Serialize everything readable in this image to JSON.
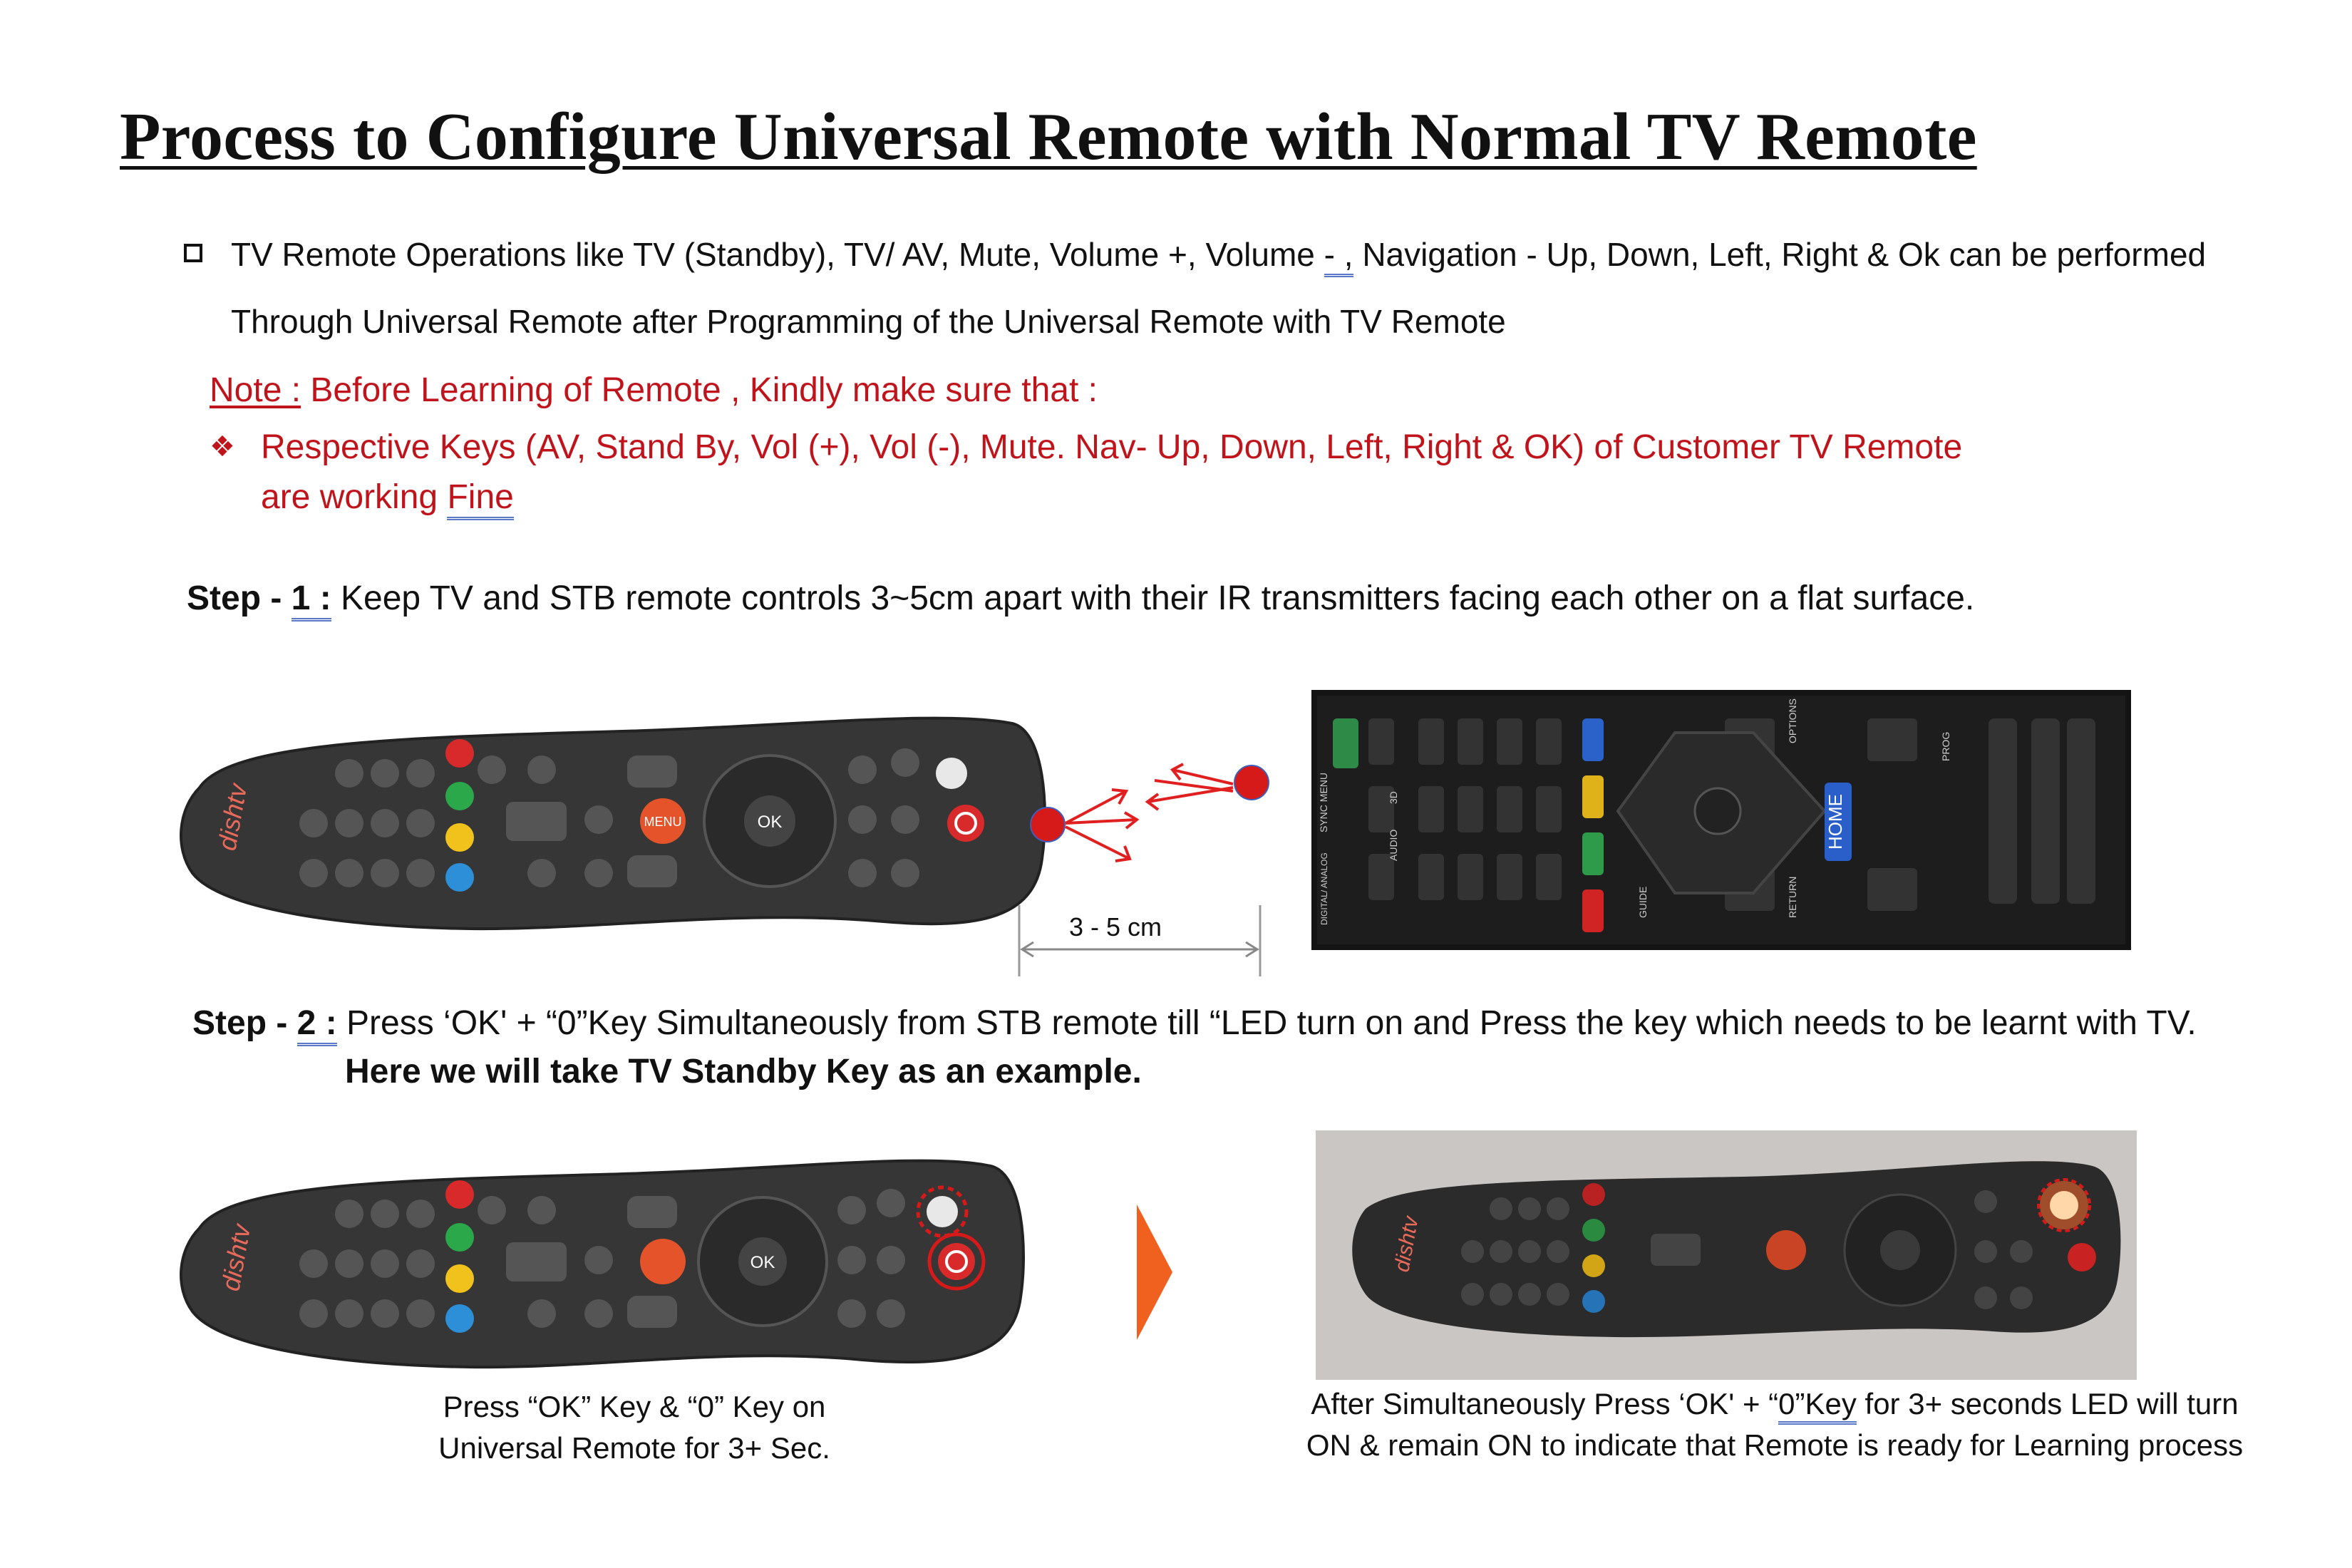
{
  "title": "Process to Configure Universal Remote with Normal TV Remote",
  "intro": {
    "line1_a": "TV Remote Operations like TV (Standby), TV/ AV, Mute, Volume +, Volume ",
    "line1_b": "- ,",
    "line1_c": " Navigation - Up, Down, Left, Right & Ok can be performed",
    "line2": "Through Universal Remote after Programming of the Universal Remote with TV Remote"
  },
  "note": {
    "label": "Note :",
    "text": " Before Learning of Remote , Kindly make sure that :",
    "item_line1": "Respective Keys (AV, Stand By, Vol (+), Vol (-), Mute. Nav- Up, Down, Left, Right & OK) of Customer TV Remote",
    "item_line2_a": "are working ",
    "item_line2_b": "Fine"
  },
  "step1": {
    "prefix": "Step - ",
    "num": "1 :",
    "text": " Keep TV and STB remote controls 3~5cm apart with their IR transmitters facing each other on a flat surface."
  },
  "distance_label": "3 - 5 cm",
  "step2": {
    "prefix": "Step - ",
    "num": "2 :",
    "text": " Press ‘OK' + “0”Key  Simultaneously from STB remote till “LED turn on and Press the key which needs to be learnt with TV.",
    "bold_line": "Here we will take TV Standby Key as an example."
  },
  "caption_left": {
    "line1": "Press “OK” Key & “0” Key on",
    "line2": "Universal Remote for 3+ Sec."
  },
  "caption_right": {
    "line1_a": "After Simultaneously Press ‘OK' + “",
    "line1_b": "0”Key",
    "line1_c": " for 3+ seconds LED will turn",
    "line2": "ON & remain ON to indicate that Remote is ready for Learning process"
  },
  "remote": {
    "brand": "dishtv",
    "ok": "OK",
    "menu": "MENU"
  },
  "tv_remote_labels": {
    "home": "HOME",
    "options": "OPTIONS",
    "return": "RETURN",
    "guide": "GUIDE",
    "prog": "PROG",
    "audio": "AUDIO",
    "sync_menu": "SYNC MENU",
    "digital_analog": "DIGITAL/ ANALOG",
    "three_d": "3D"
  },
  "colors": {
    "red_text": "#c0141c",
    "arrow_orange": "#f0601e",
    "remote_body": "#3a3a3a",
    "tv_remote_body": "#1a1a1a"
  }
}
